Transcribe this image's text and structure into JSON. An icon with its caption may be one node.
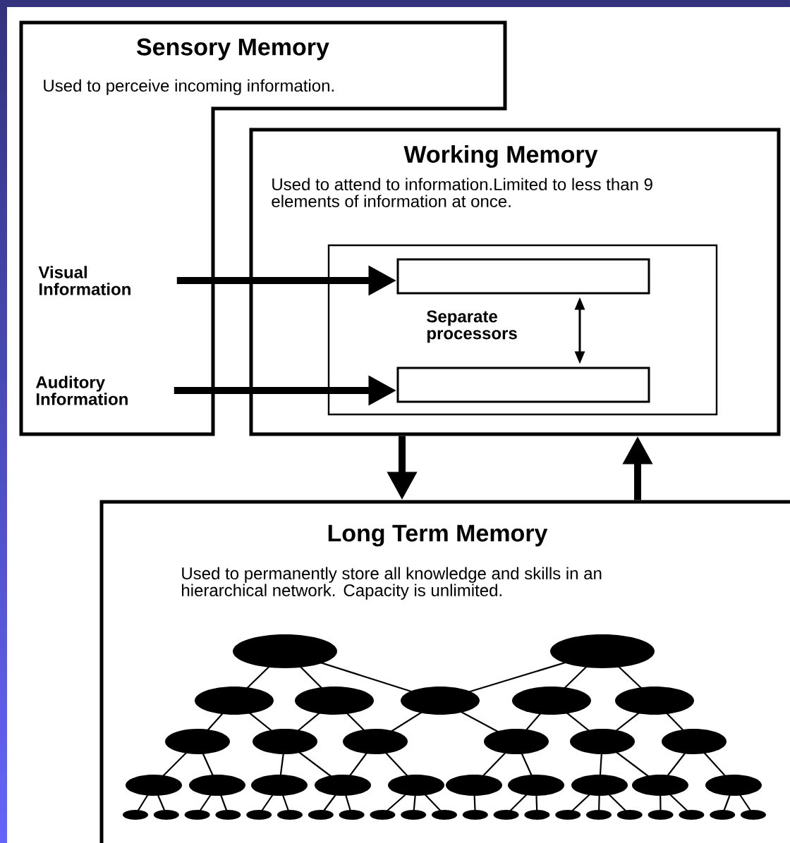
{
  "diagram": {
    "nodes": [
      {
        "text": [
          "Sensory Memory",
          "Used to perceive incoming information."
        ]
      },
      {
        "text": [
          "Visual Information"
        ],
        "in": 0
      },
      {
        "text": [
          "Auditory Information"
        ],
        "in": 0
      },
      {
        "text": [
          "Working Memory",
          "Used to attend to information.Limited to less than 9 elements of information at once."
        ]
      },
      {
        "text": [
          "Separate processors"
        ],
        "in": 3
      },
      {
        "text": [],
        "shape": "box",
        "in": 4
      },
      {
        "text": [],
        "shape": "box",
        "in": 4
      },
      {
        "text": [
          "Long Term Memory",
          "Used to permanently store all knowledge and skills in an hierarchical network. Capacity is unlimited."
        ]
      }
    ],
    "edges": [
      {
        "from": 1,
        "to": 5,
        "arrow": "to"
      },
      {
        "from": 2,
        "to": 6,
        "arrow": "to"
      },
      {
        "from": 5,
        "to": 6,
        "arrow": "both"
      },
      {
        "from": 3,
        "to": 7,
        "arrow": "to"
      },
      {
        "from": 7,
        "to": 3,
        "arrow": "to"
      }
    ]
  }
}
